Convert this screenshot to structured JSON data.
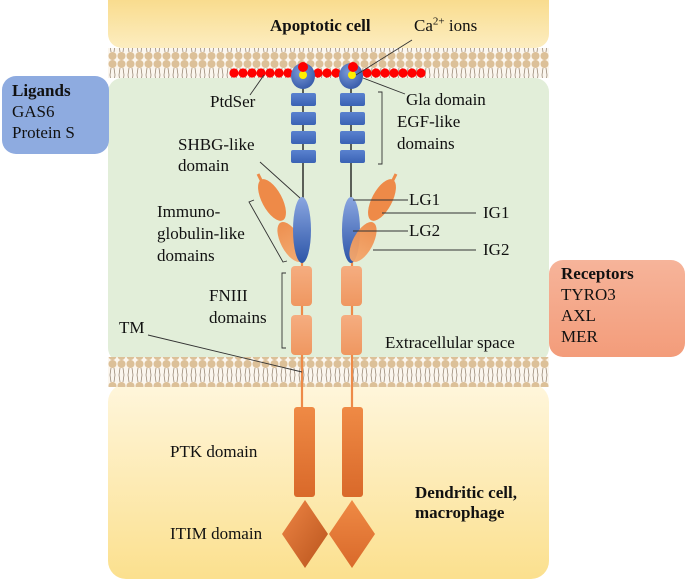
{
  "regions": {
    "apoptotic_cell": "Apoptotic cell",
    "extracellular_space": "Extracellular space",
    "host_cell_line1": "Dendritic cell,",
    "host_cell_line2": "macrophage"
  },
  "ligands": {
    "title": "Ligands",
    "items": [
      "GAS6",
      "Protein S"
    ]
  },
  "receptors": {
    "title": "Receptors",
    "items": [
      "TYRO3",
      "AXL",
      "MER"
    ]
  },
  "labels": {
    "ca_ions_base": "Ca",
    "ca_ions_sup": "2+",
    "ca_ions_rest": " ions",
    "ptdser": "PtdSer",
    "gla_domain": "Gla domain",
    "egf_line1": "EGF-like",
    "egf_line2": "domains",
    "shbg_line1": "SHBG-like",
    "shbg_line2": "domain",
    "ig_line1": "Immuno-",
    "ig_line2": "globulin-like",
    "ig_line3": "domains",
    "lg1": "LG1",
    "lg2": "LG2",
    "ig1": "IG1",
    "ig2": "IG2",
    "fn_line1": "FNIII",
    "fn_line2": "domains",
    "tm": "TM",
    "ptk": "PTK domain",
    "itim": "ITIM domain"
  },
  "colors": {
    "ligand_blue": "#4a72c4",
    "receptor_orange": "#ee8a48",
    "ptdser_red": "#ff0000",
    "calcium_yellow": "#ffee00",
    "extracellular_green": "#e2eed9",
    "cell_yellow": "#f9dc8e"
  }
}
